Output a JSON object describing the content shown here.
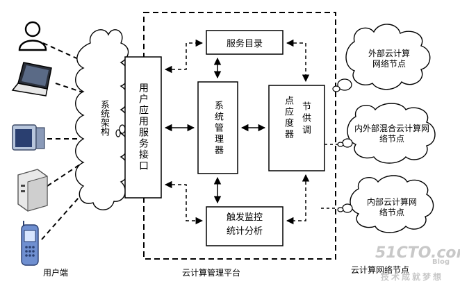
{
  "left_cloud": {
    "label": "系统架构"
  },
  "interface_box": {
    "label": "用户应用服务接口"
  },
  "service_dir": {
    "label": "服务目录"
  },
  "sys_mgr": {
    "label": "系统管理器"
  },
  "node_sched": {
    "col1": "节供调",
    "col2": "点应度器"
  },
  "monitor": {
    "line1": "触发监控",
    "line2": "统计分析"
  },
  "cloud_ext": {
    "line1": "外部云计算",
    "line2": "网络节点"
  },
  "cloud_mixed": {
    "line1": "内外部混合云计算网",
    "line2": "络节点"
  },
  "cloud_int": {
    "line1": "内部云计算网",
    "line2": "络节点"
  },
  "bottom": {
    "user_label": "用户端",
    "platform_label": "云计算管理平台",
    "network_label": "云计算网络节点"
  },
  "watermark": {
    "site": "51CTO.com",
    "sub": "技术成就梦想",
    "tag": "Blog"
  },
  "colors": {
    "line": "#000000",
    "monitor_body": "#b8c6dc",
    "server_body": "#e8e8e8",
    "phone_body": "#6f8fd0",
    "watermark": "#c8c8c8"
  }
}
